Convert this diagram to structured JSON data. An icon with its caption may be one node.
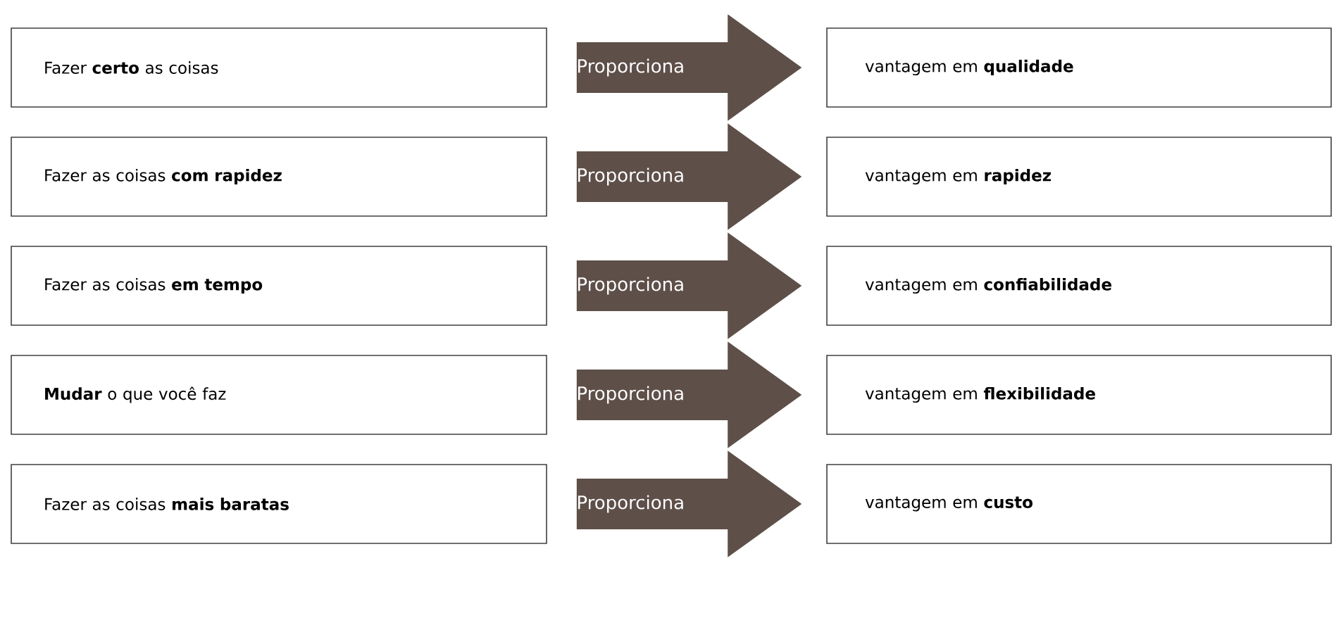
{
  "diagram": {
    "nodes": [
      {
        "text": [
          "Fazer **certo** as coisas"
        ]
      },
      {
        "text": [
          "vantagem em **qualidade**"
        ]
      },
      {
        "text": [
          "Fazer as coisas **com rapidez**"
        ]
      },
      {
        "text": [
          "vantagem em **rapidez**"
        ]
      },
      {
        "text": [
          "Fazer as coisas **em tempo**"
        ]
      },
      {
        "text": [
          "vantagem em **confiabilidade**"
        ]
      },
      {
        "text": [
          "**Mudar** o que você faz"
        ]
      },
      {
        "text": [
          "vantagem em **flexibilidade**"
        ]
      },
      {
        "text": [
          "Fazer as coisas **mais baratas**"
        ]
      },
      {
        "text": [
          "vantagem em **custo**"
        ]
      }
    ],
    "edges": [
      {
        "from": 0,
        "to": 1,
        "arrow": "to",
        "label": "Proporciona"
      },
      {
        "from": 2,
        "to": 3,
        "arrow": "to",
        "label": "Proporciona"
      },
      {
        "from": 4,
        "to": 5,
        "arrow": "to",
        "label": "Proporciona"
      },
      {
        "from": 6,
        "to": 7,
        "arrow": "to",
        "label": "Proporciona"
      },
      {
        "from": 8,
        "to": 9,
        "arrow": "to",
        "label": "Proporciona"
      }
    ]
  }
}
